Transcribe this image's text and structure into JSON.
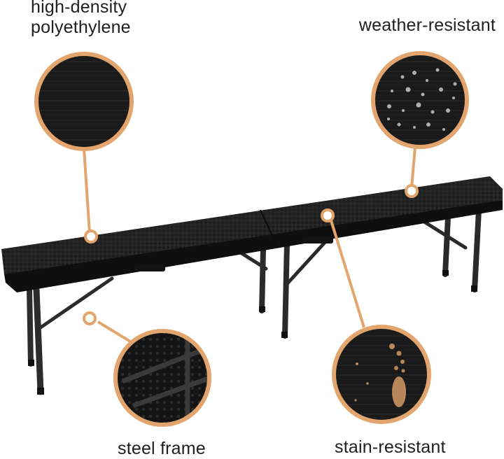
{
  "features": {
    "hdpe": {
      "line1": "high-density",
      "line2": "polyethylene"
    },
    "weather": "weather-resistant",
    "steel": "steel frame",
    "stain": "stain-resistant"
  },
  "colors": {
    "accent": "#E2A56E",
    "bench_top": "#1d1d1d",
    "bench_frame": "#2b2b2b",
    "background": "#ffffff"
  }
}
